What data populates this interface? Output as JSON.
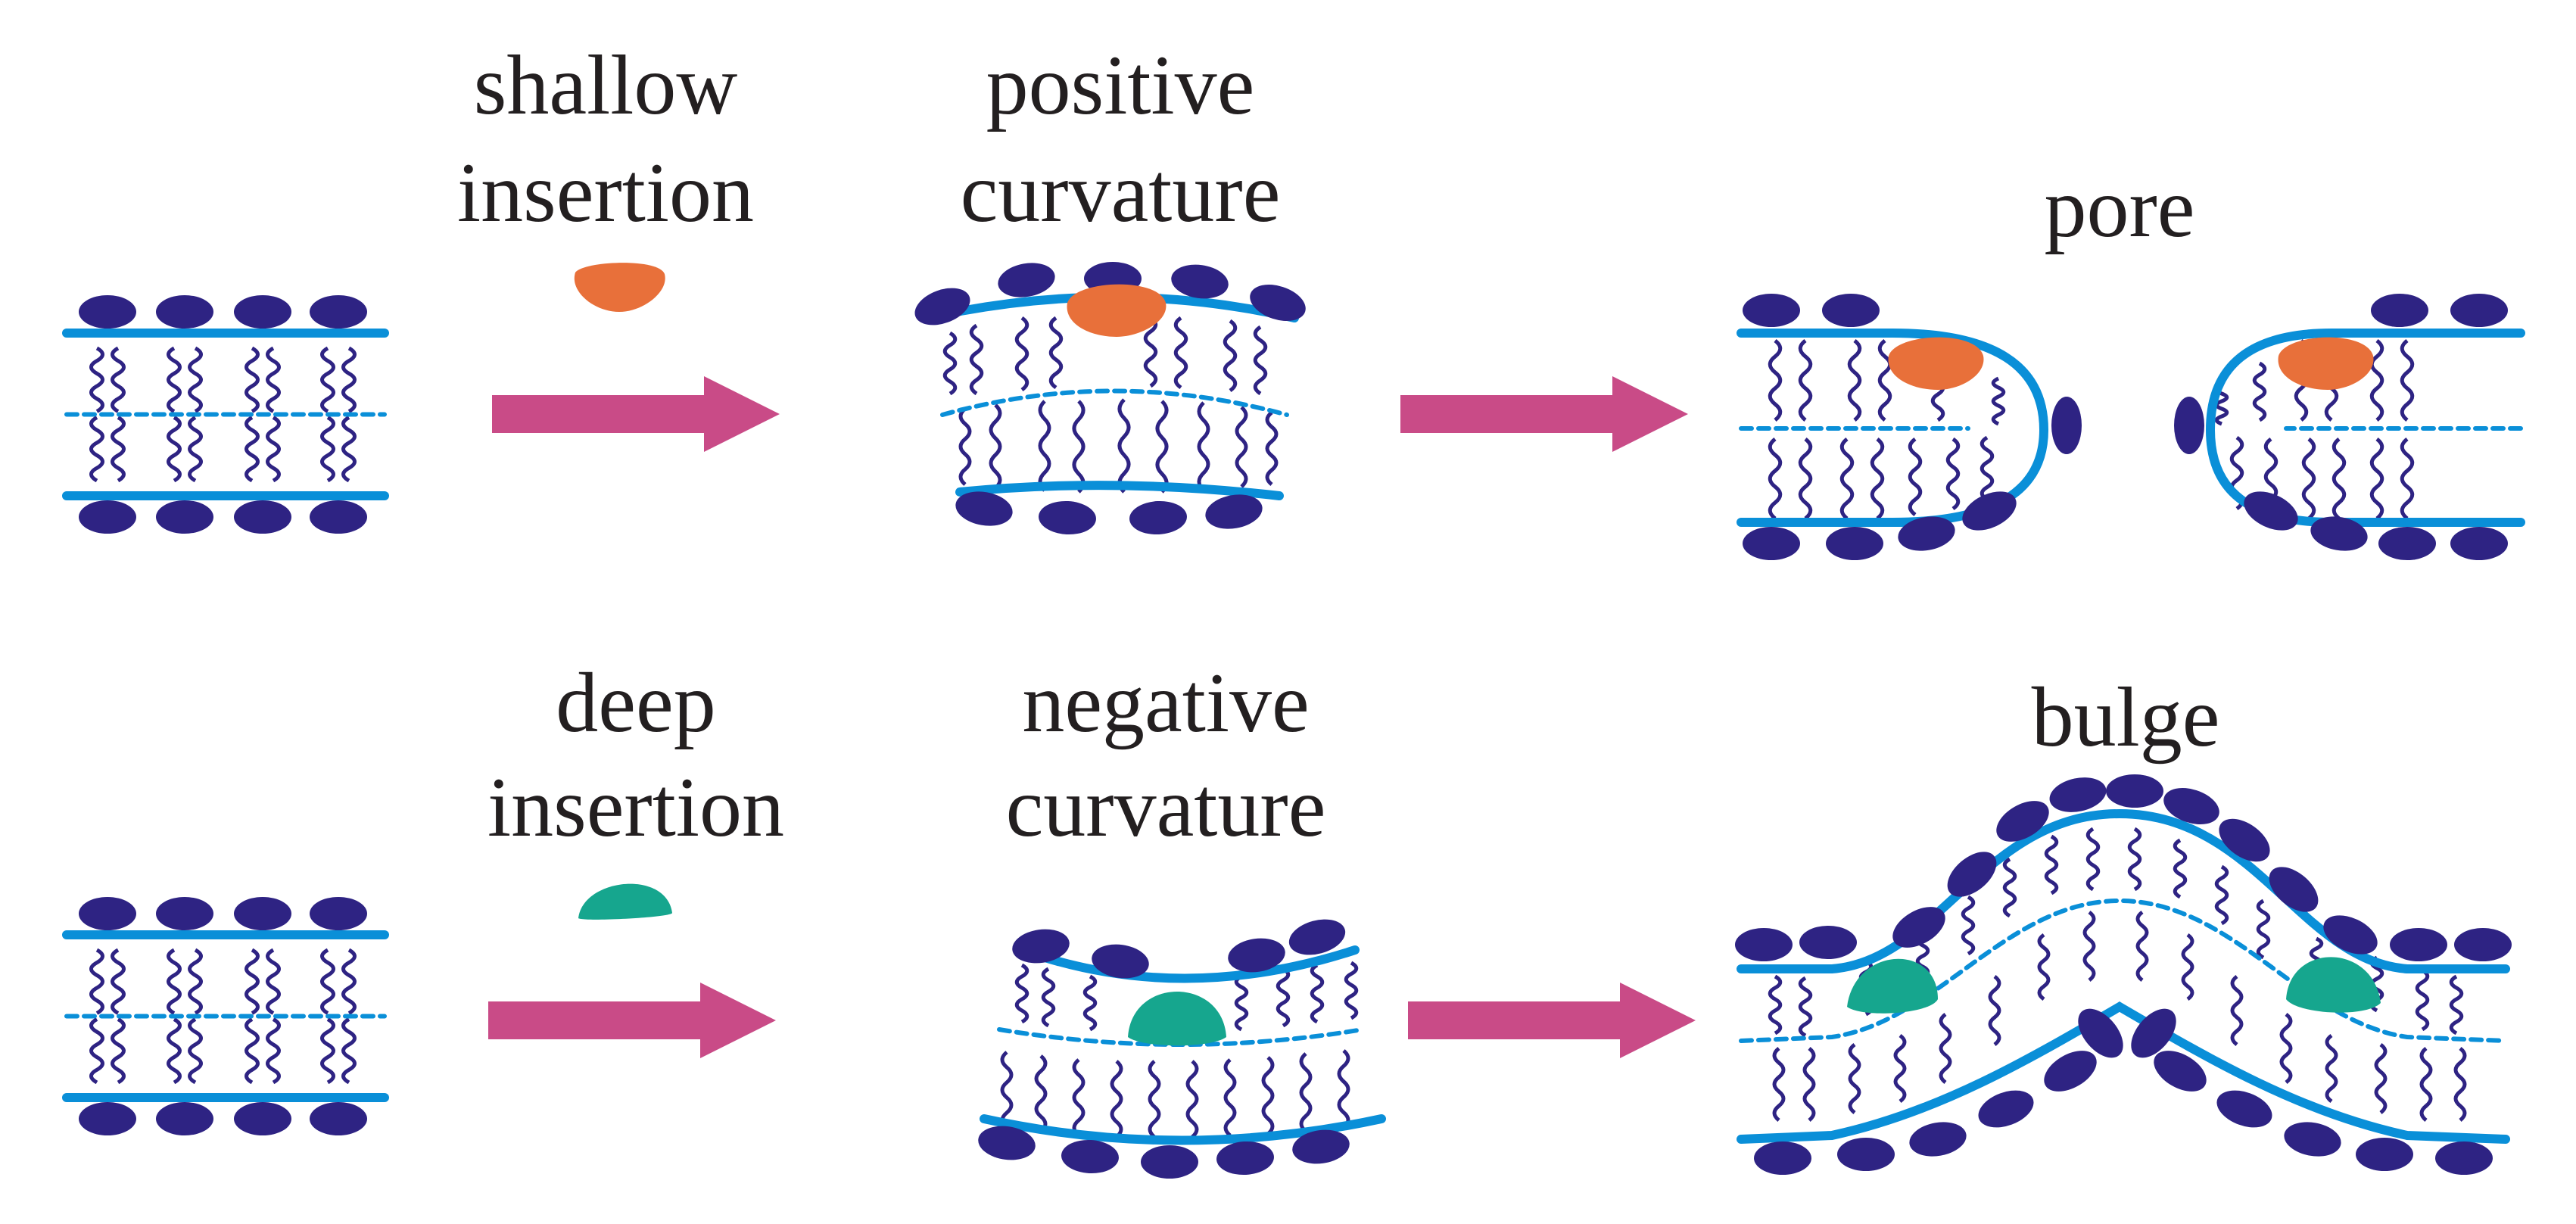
{
  "labels": {
    "shallow_1": "shallow",
    "shallow_2": "insertion",
    "positive_1": "positive",
    "positive_2": "curvature",
    "pore": "pore",
    "deep_1": "deep",
    "deep_2": "insertion",
    "negative_1": "negative",
    "negative_2": "curvature",
    "bulge": "bulge"
  },
  "colors": {
    "headgroup": "#2e2383",
    "tail": "#2e2383",
    "leaflet_line": "#0a8fd8",
    "arrow": "#c94b87",
    "shallow_protein": "#e8703a",
    "deep_protein": "#16a68e",
    "label_text": "#231f20"
  }
}
